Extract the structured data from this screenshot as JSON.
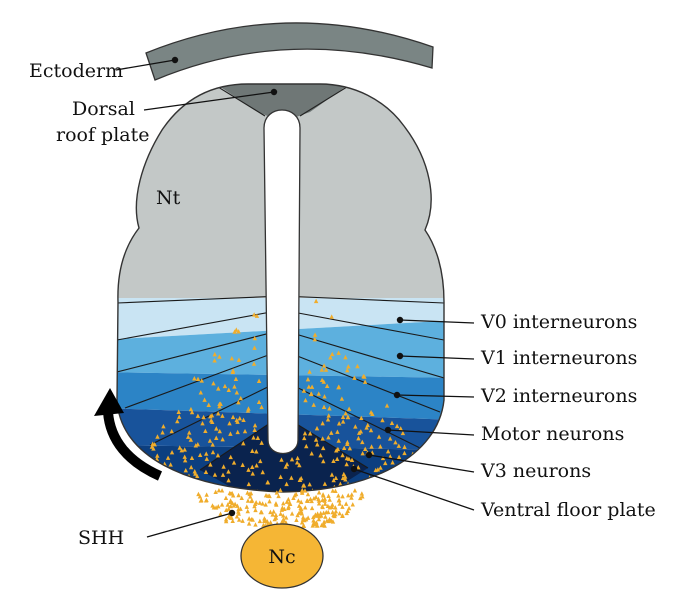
{
  "labels": {
    "ectoderm": "Ectoderm",
    "dorsal_line1": "Dorsal",
    "dorsal_line2": "roof plate",
    "nt": "Nt",
    "v0": "V0 interneurons",
    "v1": "V1 interneurons",
    "v2": "V2 interneurons",
    "motor": "Motor neurons",
    "v3": "V3 neurons",
    "floor": "Ventral floor plate",
    "shh": "SHH",
    "nc": "Nc"
  },
  "colors": {
    "ectoderm": "#7a8584",
    "roof_plate": "#6f7776",
    "neural_tube": "#c3c8c7",
    "v0": "#c9e4f3",
    "v1": "#5db0de",
    "v2": "#2c84c6",
    "motor": "#18539b",
    "v3": "#0c3f80",
    "floor": "#0a234e",
    "shh": "#f0ad2c",
    "notochord": "#f5b635",
    "arrow": "#000000"
  }
}
